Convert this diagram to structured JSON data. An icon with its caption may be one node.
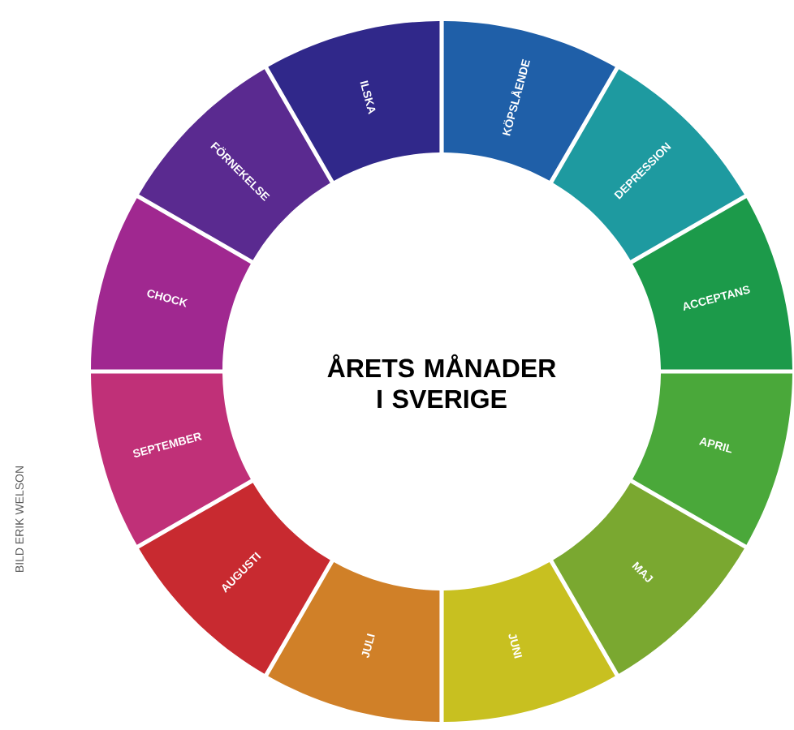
{
  "diagram": {
    "title": "ÅRETS MÅNADER I SVERIGE",
    "nodes": [
      {
        "text": [
          "KÖPSLÅENDE"
        ]
      },
      {
        "text": [
          "DEPRESSION"
        ]
      },
      {
        "text": [
          "ACCEPTANS"
        ]
      },
      {
        "text": [
          "APRIL"
        ]
      },
      {
        "text": [
          "MAJ"
        ]
      },
      {
        "text": [
          "JUNI"
        ]
      },
      {
        "text": [
          "JULI"
        ]
      },
      {
        "text": [
          "AUGUSTI"
        ]
      },
      {
        "text": [
          "SEPTEMBER"
        ]
      },
      {
        "text": [
          "CHOCK"
        ]
      },
      {
        "text": [
          "FÖRNEKELSE"
        ]
      },
      {
        "text": [
          "ILSKA"
        ]
      }
    ],
    "labels": [
      "BILD ERIK WELSON"
    ]
  }
}
